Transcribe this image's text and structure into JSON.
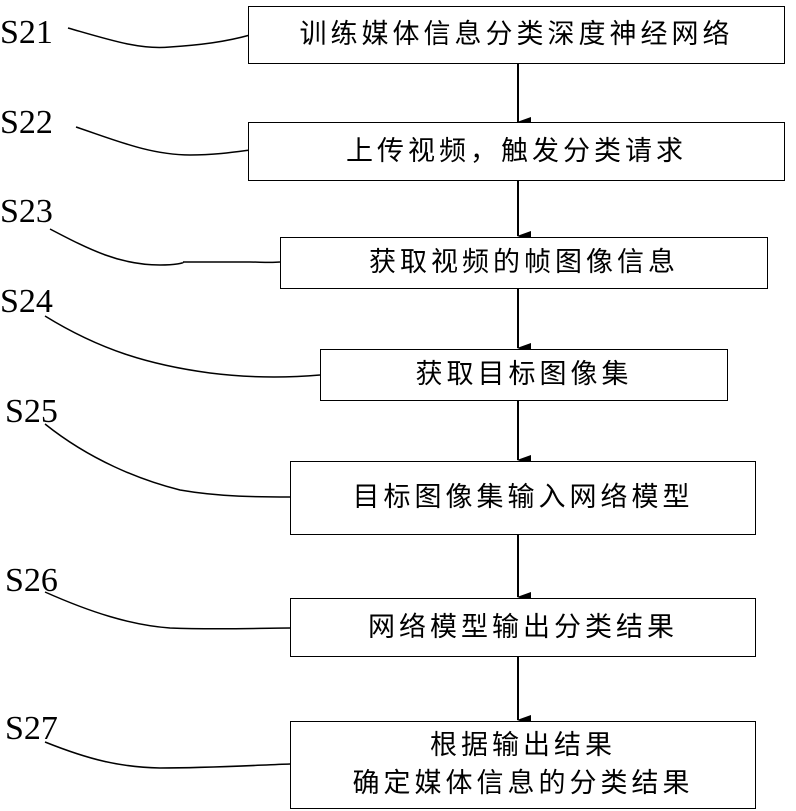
{
  "diagram": {
    "type": "flowchart",
    "steps": [
      {
        "id": "S21",
        "text": [
          "训练媒体信息分类深度神经网络"
        ]
      },
      {
        "id": "S22",
        "text": [
          "上传视频，触发分类请求"
        ]
      },
      {
        "id": "S23",
        "text": [
          "获取视频的帧图像信息"
        ]
      },
      {
        "id": "S24",
        "text": [
          "获取目标图像集"
        ]
      },
      {
        "id": "S25",
        "text": [
          "目标图像集输入网络模型"
        ]
      },
      {
        "id": "S26",
        "text": [
          "网络模型输出分类结果"
        ]
      },
      {
        "id": "S27",
        "text": [
          "根据输出结果",
          "确定媒体信息的分类结果"
        ]
      }
    ],
    "edges": [
      [
        "S21",
        "S22"
      ],
      [
        "S22",
        "S23"
      ],
      [
        "S23",
        "S24"
      ],
      [
        "S24",
        "S25"
      ],
      [
        "S25",
        "S26"
      ],
      [
        "S26",
        "S27"
      ]
    ]
  }
}
